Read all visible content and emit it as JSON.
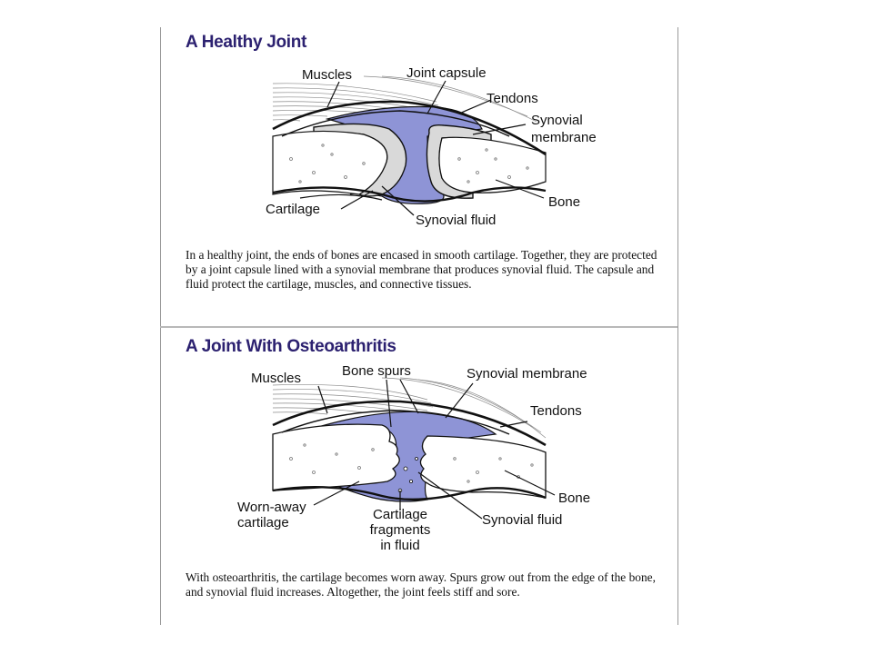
{
  "healthy": {
    "title": "A Healthy Joint",
    "labels": {
      "muscles": "Muscles",
      "joint_capsule": "Joint capsule",
      "tendons": "Tendons",
      "synovial_membrane_1": "Synovial",
      "synovial_membrane_2": "membrane",
      "cartilage": "Cartilage",
      "bone": "Bone",
      "synovial_fluid": "Synovial fluid"
    },
    "caption": "In a healthy joint, the ends of bones are encased in smooth cartilage. Together, they are protected by a joint capsule lined with a synovial membrane that produces synovial fluid. The capsule and fluid protect the cartilage, muscles, and connective tissues."
  },
  "osteo": {
    "title": "A Joint With Osteoarthritis",
    "labels": {
      "muscles": "Muscles",
      "bone_spurs": "Bone spurs",
      "synovial_membrane": "Synovial membrane",
      "tendons": "Tendons",
      "bone": "Bone",
      "worn_away_1": "Worn-away",
      "worn_away_2": "cartilage",
      "fragments_1": "Cartilage",
      "fragments_2": "fragments",
      "fragments_3": "in fluid",
      "synovial_fluid": "Synovial fluid"
    },
    "caption": "With osteoarthritis, the cartilage becomes worn away. Spurs grow out from the edge of the bone, and synovial fluid increases. Altogether, the joint feels stiff and sore."
  },
  "colors": {
    "fluid": "#8e94d6",
    "title": "#2c2170",
    "cartilage": "#d9d9d9",
    "line": "#111111"
  }
}
